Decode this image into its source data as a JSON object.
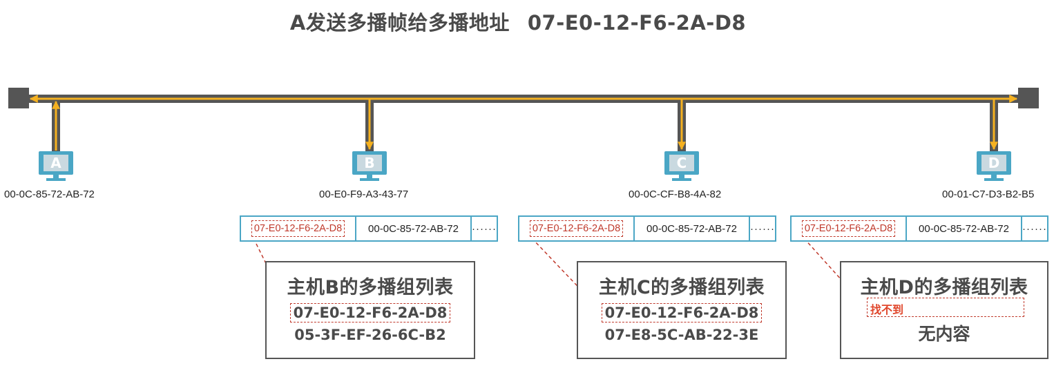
{
  "title": {
    "text": "A发送多播帧给多播地址",
    "address": "07-E0-12-F6-2A-D8"
  },
  "colors": {
    "bus": "#555555",
    "signal": "#f5b120",
    "host": "#4aa6c5",
    "highlight": "#c0392b",
    "notfound": "#e0452a"
  },
  "hosts": [
    {
      "label": "A",
      "mac": "00-0C-85-72-AB-72"
    },
    {
      "label": "B",
      "mac": "00-E0-F9-A3-43-77"
    },
    {
      "label": "C",
      "mac": "00-0C-CF-B8-4A-82"
    },
    {
      "label": "D",
      "mac": "00-01-C7-D3-B2-B5"
    }
  ],
  "frame": {
    "dest": "07-E0-12-F6-2A-D8",
    "src": "00-0C-85-72-AB-72",
    "more": "······"
  },
  "groups": {
    "b": {
      "title": "主机B的多播组列表",
      "entries": [
        "07-E0-12-F6-2A-D8",
        "05-3F-EF-26-6C-B2"
      ]
    },
    "c": {
      "title": "主机C的多播组列表",
      "entries": [
        "07-E0-12-F6-2A-D8",
        "07-E8-5C-AB-22-3E"
      ]
    },
    "d": {
      "title": "主机D的多播组列表",
      "not_found": "找不到",
      "empty": "无内容"
    }
  }
}
